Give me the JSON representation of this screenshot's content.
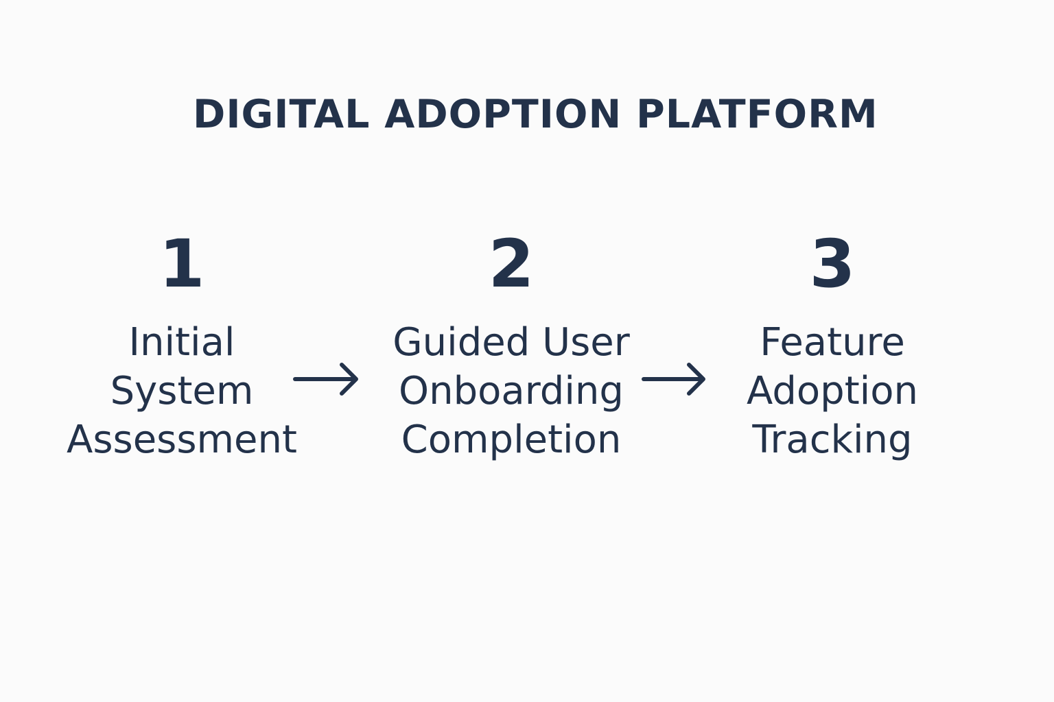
{
  "title": "DIGITAL ADOPTION PLATFORM",
  "steps": [
    {
      "number": "1",
      "label_lines": [
        "Initial",
        "System",
        "Assessment"
      ]
    },
    {
      "number": "2",
      "label_lines": [
        "Guided User",
        "Onboarding",
        "Completion"
      ]
    },
    {
      "number": "3",
      "label_lines": [
        "Feature",
        "Adoption",
        "Tracking"
      ]
    }
  ],
  "connector_icon": "arrow-right-icon",
  "colors": {
    "text": "#23324a",
    "background": "#fbfbfb"
  }
}
